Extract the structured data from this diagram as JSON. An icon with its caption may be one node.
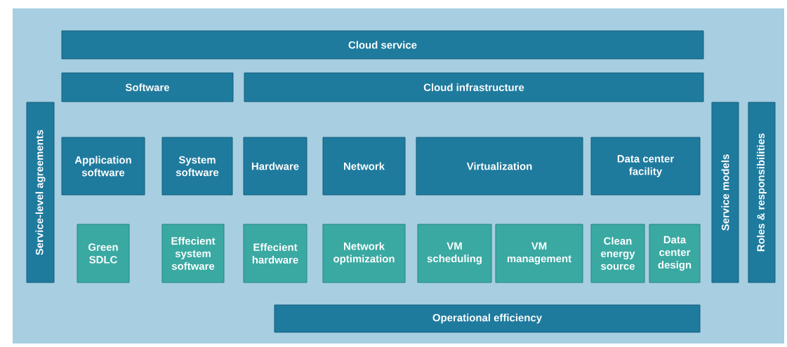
{
  "diagram": {
    "nodes": [
      {
        "text": [
          "Cloud service"
        ]
      },
      {
        "text": [
          "Software"
        ]
      },
      {
        "text": [
          "Cloud infrastructure"
        ]
      },
      {
        "text": [
          "Service-level agreements"
        ]
      },
      {
        "text": [
          "Application software"
        ]
      },
      {
        "text": [
          "System software"
        ]
      },
      {
        "text": [
          "Hardware"
        ]
      },
      {
        "text": [
          "Network"
        ]
      },
      {
        "text": [
          "Virtualization"
        ]
      },
      {
        "text": [
          "Data center facility"
        ]
      },
      {
        "text": [
          "Service models"
        ]
      },
      {
        "text": [
          "Roles & responsibilities"
        ]
      },
      {
        "text": [
          "Green SDLC"
        ]
      },
      {
        "text": [
          "Effecient system software"
        ]
      },
      {
        "text": [
          "Effecient hardware"
        ]
      },
      {
        "text": [
          "Network optimization"
        ]
      },
      {
        "text": [
          "VM scheduling"
        ]
      },
      {
        "text": [
          "VM management"
        ]
      },
      {
        "text": [
          "Clean energy source"
        ]
      },
      {
        "text": [
          "Data center design"
        ]
      },
      {
        "text": [
          "Operational efficiency"
        ]
      }
    ]
  }
}
